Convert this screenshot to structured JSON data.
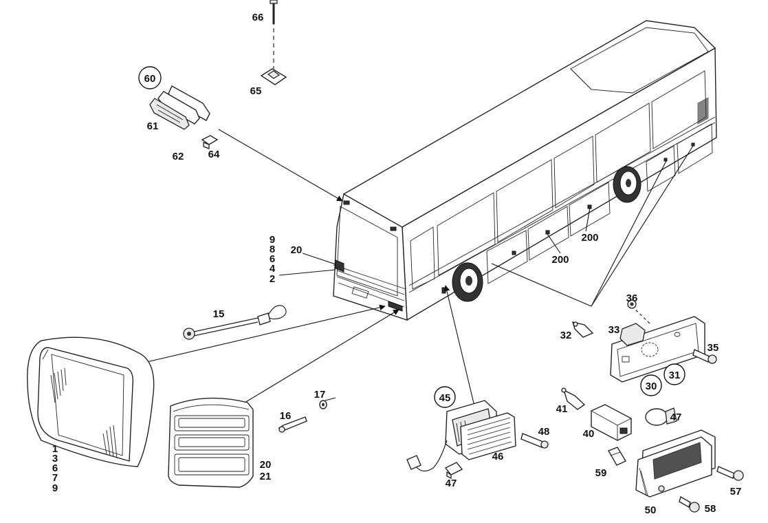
{
  "callouts": {
    "p66": "66",
    "p65": "65",
    "p60": "60",
    "p61": "61",
    "p62": "62",
    "p64": "64",
    "p9": "9",
    "p8": "8",
    "p6": "6",
    "p4": "4",
    "p2": "2",
    "p20": "20",
    "p200a": "200",
    "p200b": "200",
    "p15": "15",
    "p36": "36",
    "p33": "33",
    "p32": "32",
    "p35": "35",
    "p31": "31",
    "p30": "30",
    "p17": "17",
    "p16": "16",
    "p45": "45",
    "p41": "41",
    "p47a": "47",
    "p40": "40",
    "p48": "48",
    "p46": "46",
    "p47b": "47",
    "p59": "59",
    "p57": "57",
    "p50": "50",
    "p58": "58",
    "h1": "1",
    "h3": "3",
    "h6": "6",
    "h7": "7",
    "h9": "9",
    "l20": "20",
    "l21": "21"
  }
}
